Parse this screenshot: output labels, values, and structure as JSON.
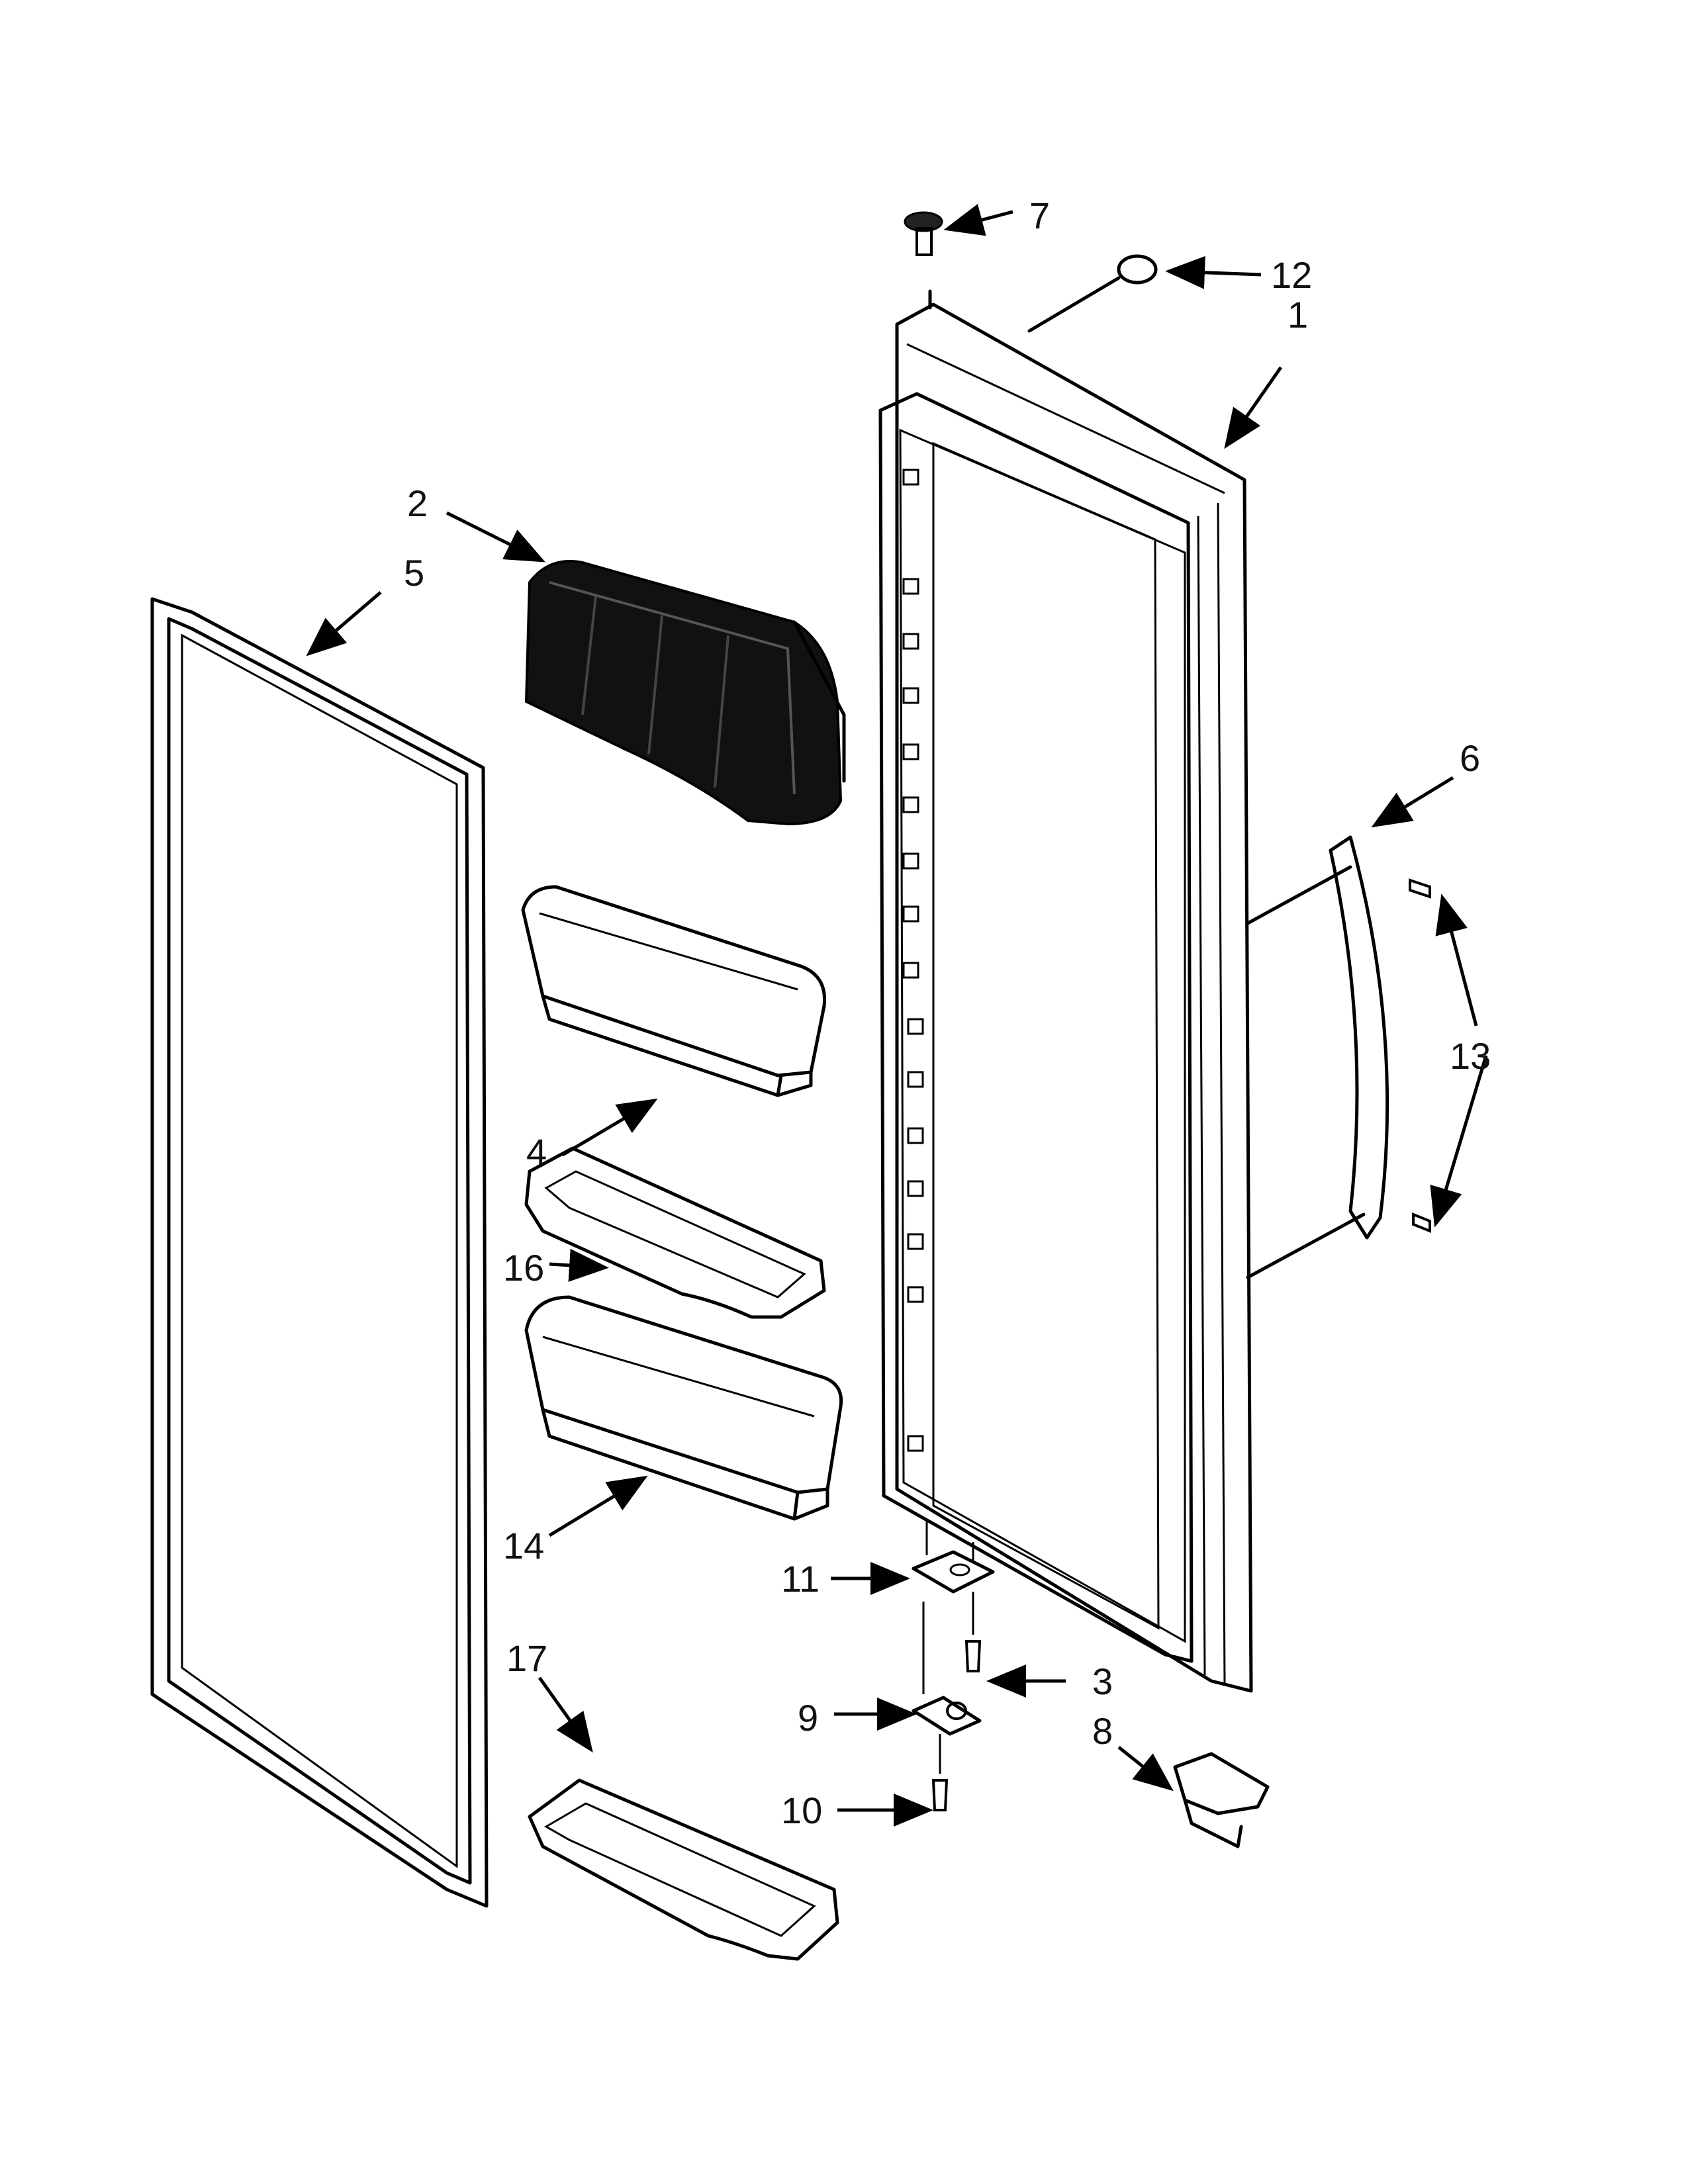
{
  "diagram": {
    "callouts": [
      {
        "id": "1",
        "text": "1"
      },
      {
        "id": "2",
        "text": "2"
      },
      {
        "id": "3",
        "text": "3"
      },
      {
        "id": "4",
        "text": "4"
      },
      {
        "id": "5",
        "text": "5"
      },
      {
        "id": "6",
        "text": "6"
      },
      {
        "id": "7",
        "text": "7"
      },
      {
        "id": "8",
        "text": "8"
      },
      {
        "id": "9",
        "text": "9"
      },
      {
        "id": "10",
        "text": "10"
      },
      {
        "id": "11",
        "text": "11"
      },
      {
        "id": "12",
        "text": "12"
      },
      {
        "id": "13",
        "text": "13"
      },
      {
        "id": "14",
        "text": "14"
      },
      {
        "id": "16",
        "text": "16"
      },
      {
        "id": "17",
        "text": "17"
      }
    ]
  }
}
